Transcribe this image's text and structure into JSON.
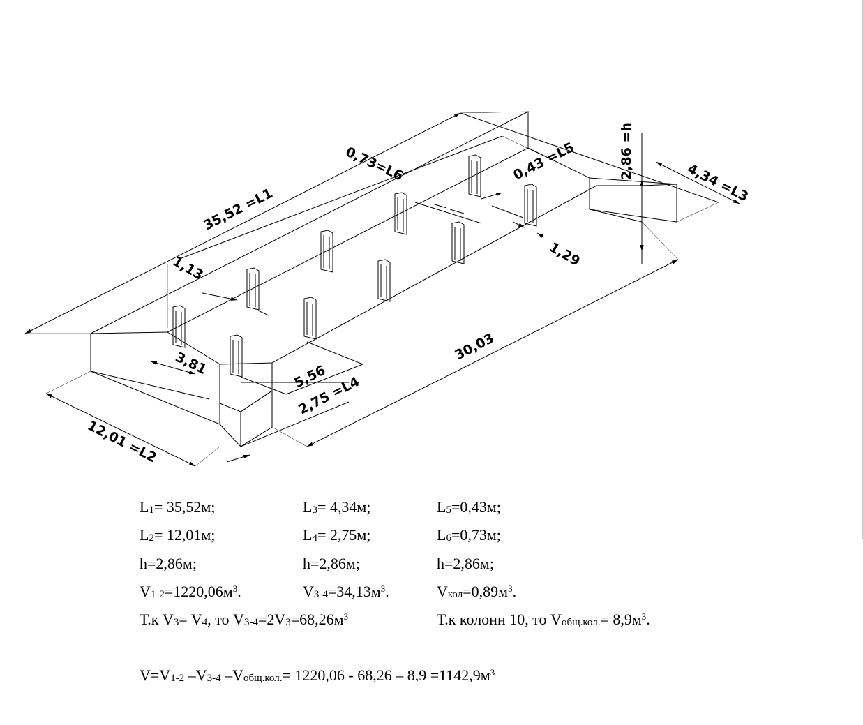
{
  "dimensions": {
    "L1": "35,52 =L1",
    "L6": "0,73=L6",
    "L5": "0,43 =L5",
    "h": "2,86 =h",
    "L3": "4,34 =L3",
    "d113": "1,13",
    "d129": "1,29",
    "d3003": "30,03",
    "d381": "3,81",
    "d556": "5,56",
    "L4": "2,75 =L4",
    "L2": "12,01 =L2"
  },
  "calc": {
    "c1r1": {
      "a": "L",
      "s": "1",
      "b": "= 35,52м;"
    },
    "c2r1": {
      "a": "L",
      "s": "3",
      "b": "= 4,34м;"
    },
    "c3r1": {
      "a": "L",
      "s": "5",
      "b": "=0,43м;"
    },
    "c1r2": {
      "a": "L",
      "s": "2",
      "b": "= 12,01м;"
    },
    "c2r2": {
      "a": "L",
      "s": "4",
      "b": "= 2,75м;"
    },
    "c3r2": {
      "a": "L",
      "s": "6",
      "b": "=0,73м;"
    },
    "c1r3": "h=2,86м;",
    "c2r3": "h=2,86м;",
    "c3r3": "h=2,86м;",
    "c1r4": {
      "a": "V",
      "s": "1-2",
      "b": "=1220,06м",
      "e": "3",
      "c": "."
    },
    "c2r4": {
      "a": "V",
      "s": "3-4",
      "b": "=34,13м",
      "e": "3",
      "c": "."
    },
    "c3r4": {
      "a": "V",
      "s": "кол",
      "b": "=0,89м",
      "e": "3",
      "c": "."
    },
    "r5a": {
      "p1": "Т.к V",
      "s1": "3",
      "p2": "= V",
      "s2": "4",
      "p3": ", то V",
      "s3": "3-4",
      "p4": "=2V",
      "s4": "3",
      "p5": "=68,26м",
      "e": "3"
    },
    "r5b": {
      "p1": "Т.к колонн 10, то V",
      "s1": "общ.кол.",
      "p2": "= 8,9м",
      "e": "3",
      "p3": "."
    },
    "total": {
      "p1": "V=V",
      "s1": "1-2",
      "p2": " –V",
      "s2": "3-4",
      "p3": " –V",
      "s3": "общ.кол.",
      "p4": "= 1220,06 - 68,26 – 8,9 =1142,9м",
      "e": "3"
    }
  }
}
